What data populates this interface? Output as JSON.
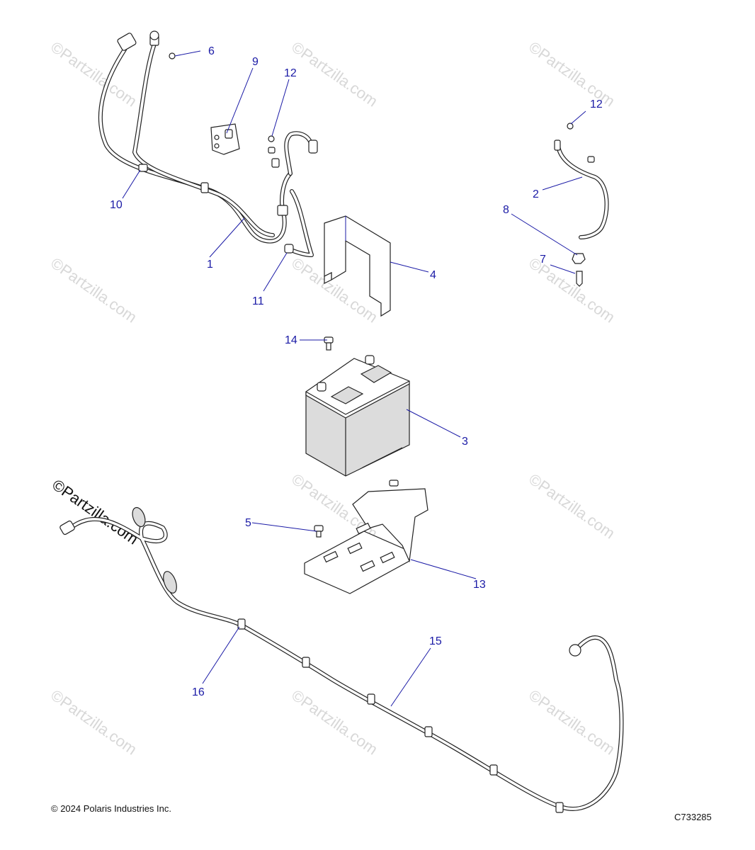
{
  "watermark": "©Partzilla.com",
  "footer": {
    "copyright": "© 2024 Polaris Industries Inc.",
    "diagram_code": "C733285"
  },
  "callouts": [
    {
      "id": "c1",
      "label": "1"
    },
    {
      "id": "c2",
      "label": "2"
    },
    {
      "id": "c3",
      "label": "3"
    },
    {
      "id": "c4",
      "label": "4"
    },
    {
      "id": "c5",
      "label": "5"
    },
    {
      "id": "c6",
      "label": "6"
    },
    {
      "id": "c7",
      "label": "7"
    },
    {
      "id": "c8",
      "label": "8"
    },
    {
      "id": "c9",
      "label": "9"
    },
    {
      "id": "c10",
      "label": "10"
    },
    {
      "id": "c11",
      "label": "11"
    },
    {
      "id": "c12a",
      "label": "12"
    },
    {
      "id": "c12b",
      "label": "12"
    },
    {
      "id": "c13",
      "label": "13"
    },
    {
      "id": "c14",
      "label": "14"
    },
    {
      "id": "c15",
      "label": "15"
    },
    {
      "id": "c16",
      "label": "16"
    }
  ],
  "colors": {
    "callout": "#1a1aa6",
    "line_art": "#222222",
    "watermark": "#d8d8d8"
  }
}
